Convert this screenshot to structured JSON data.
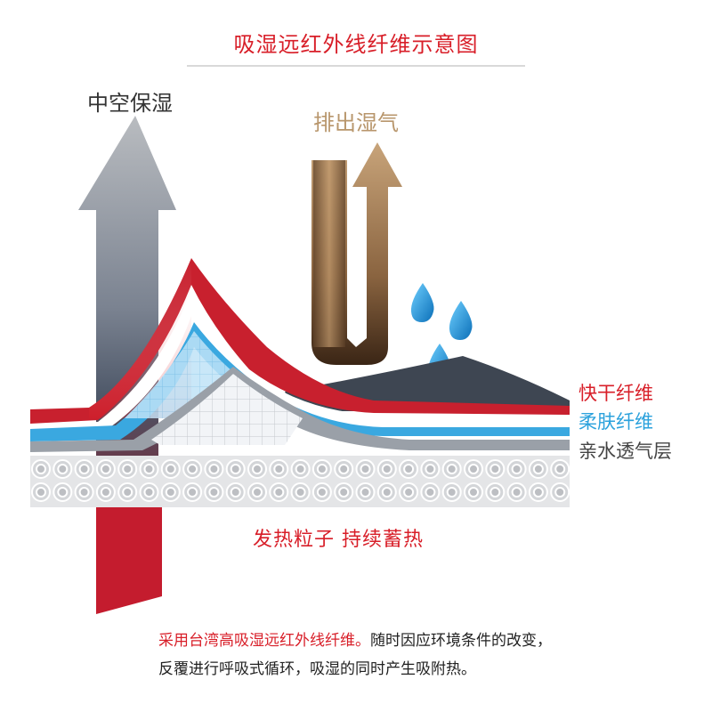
{
  "title": "吸湿远红外线纤维示意图",
  "labels": {
    "hollow": "中空保湿",
    "exhaust": "排出湿气",
    "quick_dry": "快干纤维",
    "soft": "柔肤纤维",
    "hydrophilic": "亲水透气层",
    "heat": "发热粒子  持续蓄热"
  },
  "description": {
    "line1_highlight": "采用台湾高吸湿远红外线纤维。",
    "line1_rest": "随时因应环境条件的改变，",
    "line2": "反覆进行呼吸式循环，吸湿的同时产生吸附热。"
  },
  "colors": {
    "title": "#d81e28",
    "quick_dry": "#d81e28",
    "soft": "#2aa1dc",
    "hydrophilic": "#444444",
    "exhaust": "#b8966c"
  }
}
